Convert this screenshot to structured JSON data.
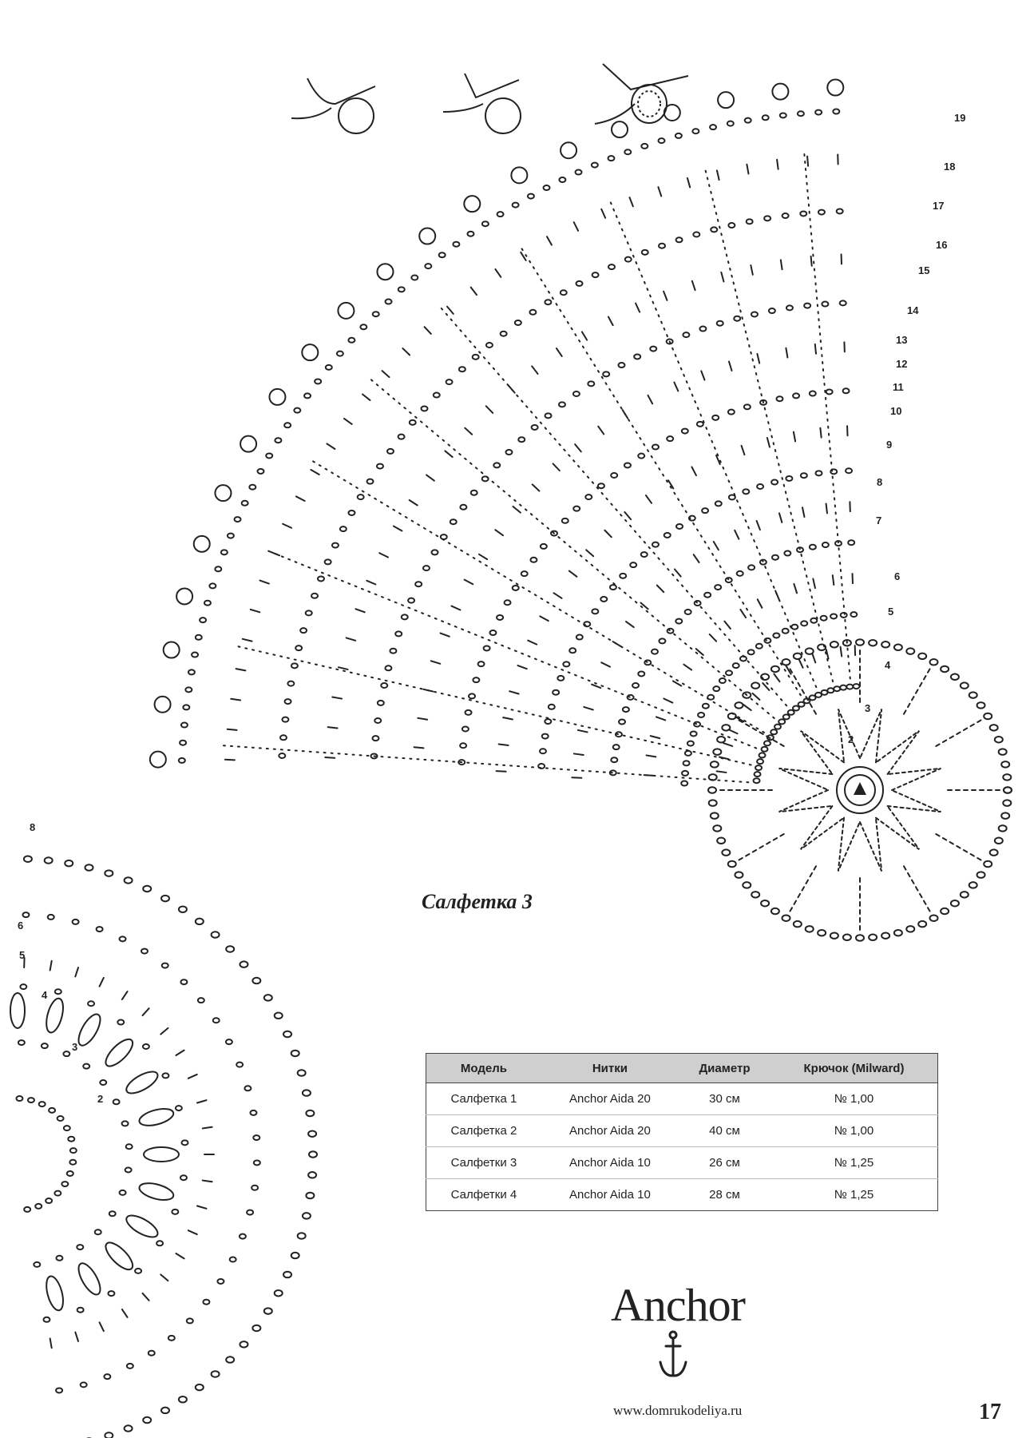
{
  "caption": "Салфетка 3",
  "row_numbers_right": [
    "19",
    "18",
    "17",
    "16",
    "15",
    "14",
    "13",
    "12",
    "11",
    "10",
    "9",
    "8",
    "7",
    "6",
    "5",
    "4",
    "3",
    "2"
  ],
  "row_numbers_left": [
    "8",
    "6",
    "5",
    "4",
    "3",
    "2"
  ],
  "table": {
    "headers": [
      "Модель",
      "Нитки",
      "Диаметр",
      "Крючок (Milward)"
    ],
    "rows": [
      [
        "Салфетка 1",
        "Anchor Aida 20",
        "30 см",
        "№ 1,00"
      ],
      [
        "Салфетка 2",
        "Anchor Aida 20",
        "40 см",
        "№ 1,00"
      ],
      [
        "Салфетки 3",
        "Anchor Aida 10",
        "26 см",
        "№ 1,25"
      ],
      [
        "Салфетки 4",
        "Anchor Aida 10",
        "28 см",
        "№ 1,25"
      ]
    ]
  },
  "brand": "Anchor",
  "website": "www.domrukodeliya.ru",
  "page_number": "17",
  "icons": [
    "magic-ring-step-icon",
    "anchor-icon",
    "start-arrow-icon"
  ]
}
